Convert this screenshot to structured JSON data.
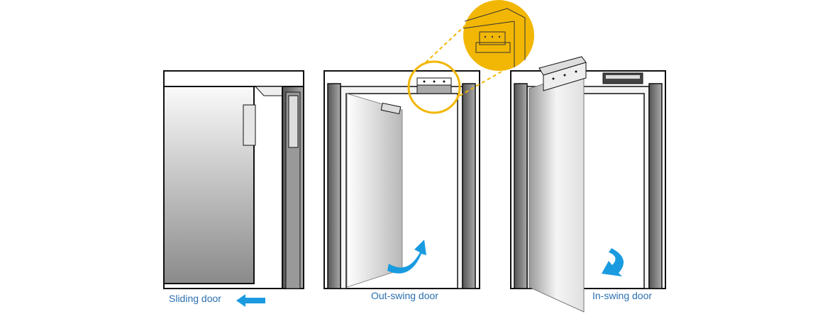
{
  "labels": {
    "sliding": "Sliding door",
    "out_swing": "Out-swing door",
    "in_swing": "In-swing door"
  },
  "colors": {
    "arrow": "#1a9be0",
    "highlight": "#f2b705",
    "label": "#2a6fb0",
    "outline": "#111111"
  }
}
